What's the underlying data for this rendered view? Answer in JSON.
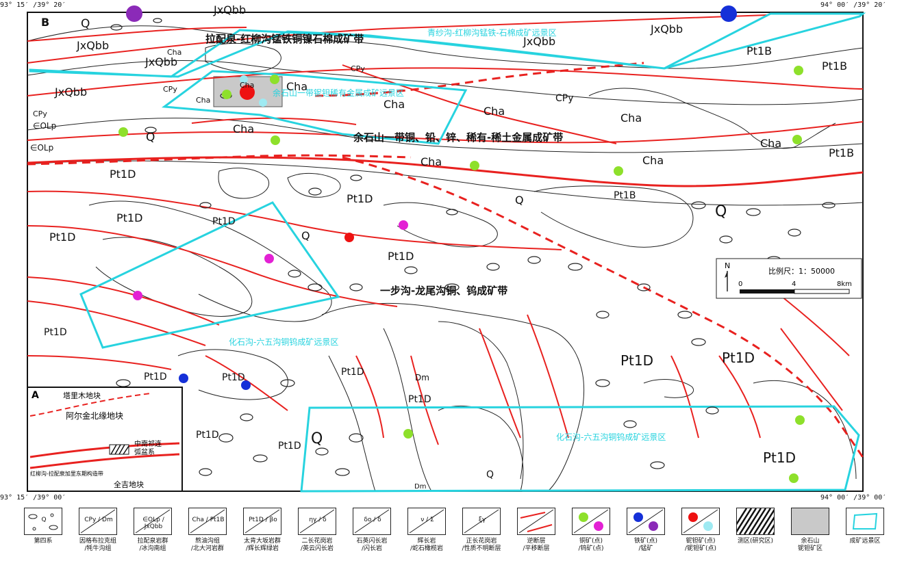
{
  "corners": {
    "tl": "93° 15′ /39° 20′",
    "tr": "94° 00′ /39° 20′",
    "bl": "93° 15′ /39° 00′",
    "br": "94° 00′ /39° 00′"
  },
  "panel_b": "B",
  "panel_a": "A",
  "belts": {
    "b1": "拉配泉-红柳沟锰铁铜镍石棉成矿带",
    "b2": "余石山一带铜、铅、锌、稀有-稀土金属成矿带",
    "b3": "一步沟-龙尾沟铜、钨成矿带"
  },
  "prospects": {
    "p1": "青纱沟-红柳沟锰铁-石棉成矿远景区",
    "p2": "余石山一带铌钽稀有金属成矿远景区",
    "p3": "化石沟-六五沟铜钨成矿远景区",
    "p4": "化石沟-六五沟铜钨成矿远景区"
  },
  "units": {
    "jx": "JxQbb",
    "cha": "Cha",
    "cpy": "CPy",
    "pt1b": "Pt1B",
    "pt1d": "Pt1D",
    "q": "Q",
    "eolp": "∈OLp",
    "dm": "Dm",
    "pt1b_sub": "Pt",
    "pt1b_b": "1",
    "pt1b_c": "B"
  },
  "scale": {
    "label": "比例尺：1：50000",
    "t0": "0",
    "t1": "4",
    "t2": "8km",
    "north": "N"
  },
  "inset": {
    "t1": "塔里木地块",
    "t2": "阿尔金北缘地块",
    "t3": "中南祁连",
    "t4": "弧盆系",
    "t5": "红柳沟-拉配泉加里东期构造带",
    "t6": "全吉地块"
  },
  "legend": [
    {
      "key": "q",
      "sym": "Q",
      "label": "第四系"
    },
    {
      "key": "cpy",
      "sym": "CPy / Dm",
      "label": "因格布拉克组\n/牦牛沟组"
    },
    {
      "key": "eolp",
      "sym": "∈OLp / JxQbb",
      "label": "拉配泉岩群\n/冰沟南组"
    },
    {
      "key": "cha",
      "sym": "Cha / Pt1B",
      "label": "熬油沟组\n/北大河岩群"
    },
    {
      "key": "pt1d",
      "sym": "Pt1D / βo",
      "label": "太肯大坂岩群\n/辉长辉绿岩"
    },
    {
      "key": "gran",
      "sym": "ηγ / δ",
      "label": "二长花岗岩\n/英云闪长岩"
    },
    {
      "key": "diorite",
      "sym": "δo / δ",
      "label": "石英闪长岩\n/闪长岩"
    },
    {
      "key": "gabbro",
      "sym": "ν / Σ",
      "label": "辉长岩\n/蛇石橄榄岩"
    },
    {
      "key": "granite",
      "sym": "ξγ",
      "label": "正长花岗岩\n/性质不明断层"
    },
    {
      "key": "fault",
      "sym": "",
      "label": "逆断层\n/平移断层"
    },
    {
      "key": "cu",
      "sym": "",
      "label": "铜矿(点)\n/钨矿(点)"
    },
    {
      "key": "fe",
      "sym": "",
      "label": "铁矿(点)\n/锰矿"
    },
    {
      "key": "nb",
      "sym": "",
      "label": "铌钽矿(点)\n/铌钽矿(点)"
    },
    {
      "key": "area",
      "sym": "",
      "label": "测区(研究区)"
    },
    {
      "key": "ysh",
      "sym": "",
      "label": "余石山\n铌钽矿区"
    },
    {
      "key": "pros",
      "sym": "",
      "label": "成矿远景区"
    }
  ],
  "colors": {
    "fault": "#e8211f",
    "prospect": "#27d3df",
    "green": "#8ee02b",
    "magenta": "#e321d4",
    "red": "#ee1111",
    "blue": "#1530d8",
    "purple": "#8b2ab8",
    "cyan": "#9eeaf2",
    "gray": "#c9c9c9"
  }
}
